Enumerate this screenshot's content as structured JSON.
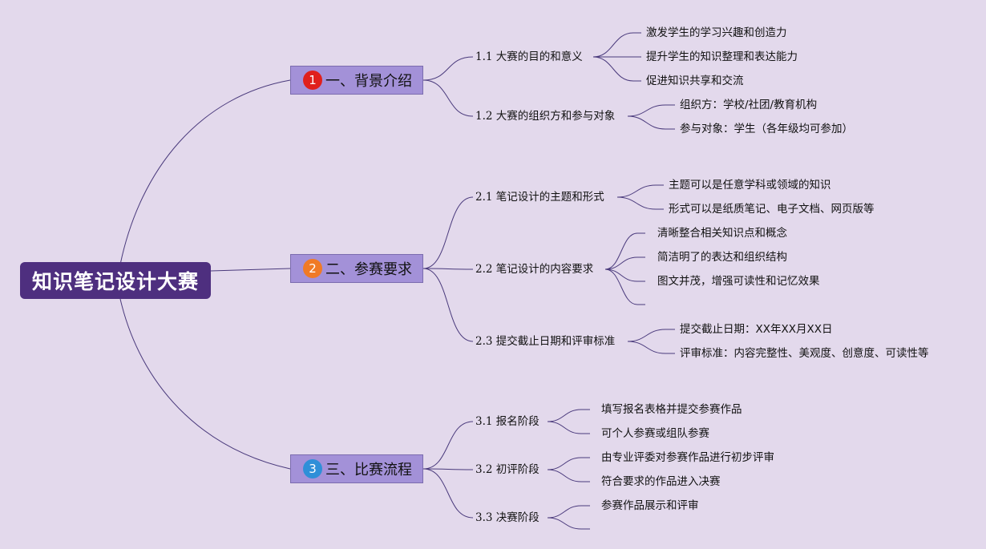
{
  "root": {
    "title": "知识笔记设计大赛"
  },
  "branches": [
    {
      "badge": "1",
      "badge_color": "#e0201c",
      "label": "一、背景介绍",
      "subs": [
        {
          "label": "1.1 大赛的目的和意义",
          "leaves": [
            "激发学生的学习兴趣和创造力",
            "提升学生的知识整理和表达能力",
            "促进知识共享和交流"
          ]
        },
        {
          "label": "1.2 大赛的组织方和参与对象",
          "leaves": [
            "组织方：学校/社团/教育机构",
            "参与对象：学生（各年级均可参加）"
          ]
        }
      ]
    },
    {
      "badge": "2",
      "badge_color": "#f07a26",
      "label": "二、参赛要求",
      "subs": [
        {
          "label": "2.1 笔记设计的主题和形式",
          "leaves": [
            "主题可以是任意学科或领域的知识",
            "形式可以是纸质笔记、电子文档、网页版等"
          ]
        },
        {
          "label": "2.2 笔记设计的内容要求",
          "leaves": [
            "清晰整合相关知识点和概念",
            "简洁明了的表达和组织结构",
            "图文并茂，增强可读性和记忆效果"
          ]
        },
        {
          "label": "2.3 提交截止日期和评审标准",
          "leaves": [
            "提交截止日期：XX年XX月XX日",
            "评审标准：内容完整性、美观度、创意度、可读性等"
          ]
        }
      ]
    },
    {
      "badge": "3",
      "badge_color": "#2f8fd8",
      "label": "三、比赛流程",
      "subs": [
        {
          "label": "3.1 报名阶段",
          "leaves": [
            "填写报名表格并提交参赛作品",
            "可个人参赛或组队参赛"
          ]
        },
        {
          "label": "3.2 初评阶段",
          "leaves": [
            "由专业评委对参赛作品进行初步评审",
            "符合要求的作品进入决赛"
          ]
        },
        {
          "label": "3.3 决赛阶段",
          "leaves": [
            "参赛作品展示和评审"
          ]
        }
      ]
    }
  ]
}
